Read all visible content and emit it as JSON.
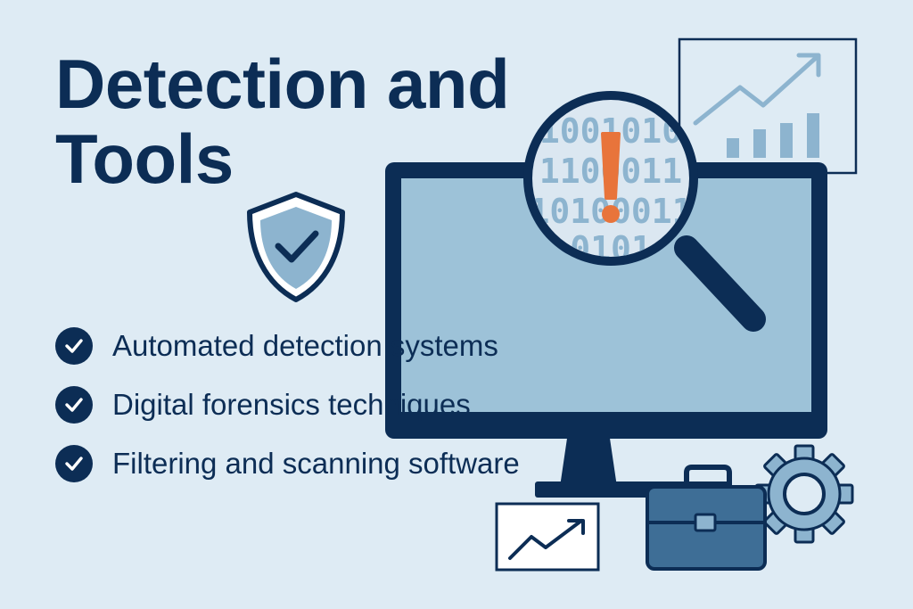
{
  "title": {
    "line1": "Detection and",
    "line2": "Tools"
  },
  "features": [
    {
      "label": "Automated detection systems",
      "icon": "check-circle-icon"
    },
    {
      "label": "Digital forensics techniques",
      "icon": "check-circle-icon"
    },
    {
      "label": "Filtering and scanning software",
      "icon": "check-circle-icon"
    }
  ],
  "magnifier": {
    "binary_rows": [
      "1001010",
      "1100011",
      "10100011",
      "0101"
    ],
    "alert_icon": "exclamation-icon"
  },
  "icons": [
    "shield-check-icon",
    "monitor-icon",
    "magnifying-glass-icon",
    "trend-chart-icon",
    "briefcase-icon",
    "gear-icon"
  ],
  "colors": {
    "background": "#deebf4",
    "navy": "#0c2d55",
    "screen": "#9dc2d8",
    "accent_orange": "#e8743b",
    "light_blue": "#8db4cf"
  }
}
